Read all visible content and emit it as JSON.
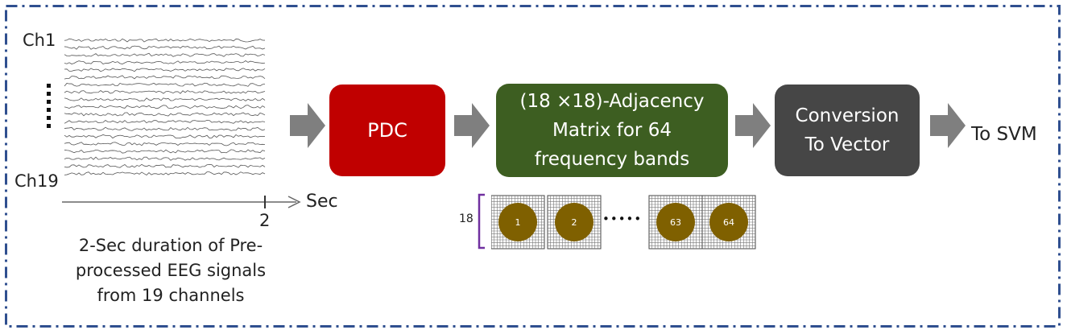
{
  "eeg": {
    "channel_first": "Ch1",
    "channel_last": "Ch19",
    "axis_unit": "Sec",
    "axis_tick": "2",
    "caption": "2-Sec duration of Pre-\nprocessed EEG signals\nfrom 19 channels"
  },
  "blocks": {
    "pdc": "PDC",
    "adjacency": "(18 ×18)-Adjacency\nMatrix for 64\nfrequency bands",
    "conversion": "Conversion\nTo Vector",
    "output": "To SVM"
  },
  "matrices": {
    "size_label": "18",
    "items": [
      "1",
      "2",
      "63",
      "64"
    ],
    "ellipsis": "•••••"
  },
  "colors": {
    "frame": "#2f4f8f",
    "pdc": "#c00000",
    "adjacency": "#3d5e21",
    "conversion": "#464646",
    "arrow": "#7f7f7f",
    "circle": "#7f6000",
    "bracket": "#7030a0"
  }
}
